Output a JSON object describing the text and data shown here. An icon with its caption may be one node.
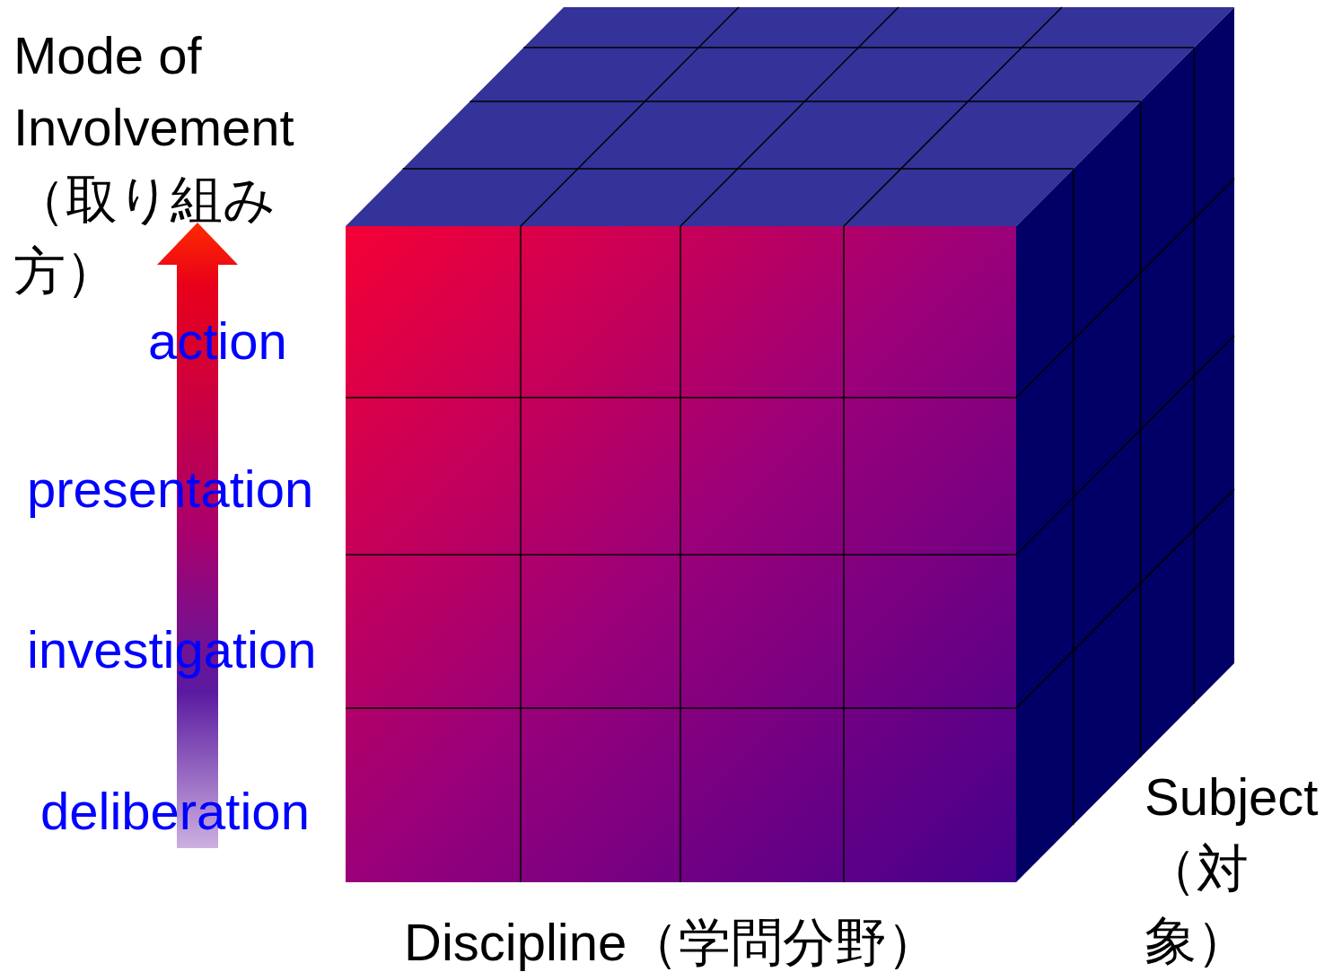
{
  "diagram": {
    "labels": [
      "Mode of Involvement（取り組み方）",
      "action",
      "presentation",
      "investigation",
      "deliberation",
      "Subject（対象）",
      "Discipline（学問分野）"
    ]
  }
}
